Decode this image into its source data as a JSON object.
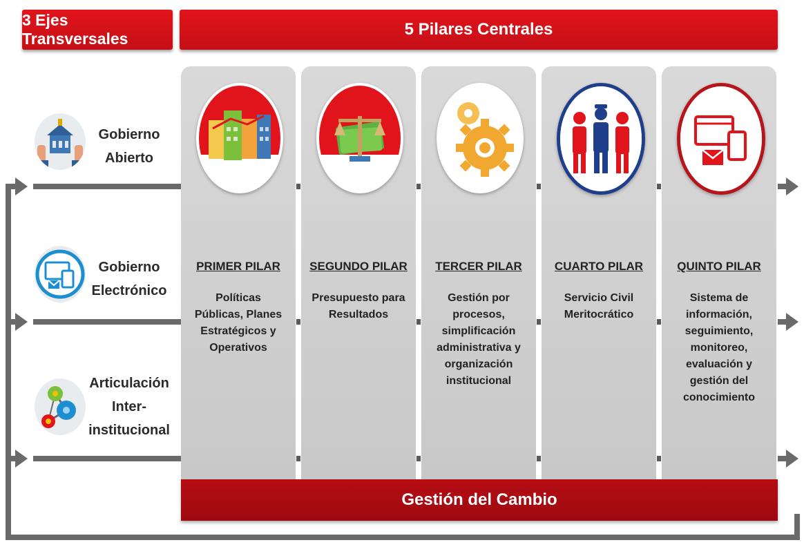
{
  "header": {
    "axes_title": "3 Ejes Transversales",
    "pillars_title": "5 Pilares Centrales"
  },
  "axes": [
    {
      "label_line1": "Gobierno",
      "label_line2": "Abierto",
      "label_line3": "",
      "icon": "open-government-icon"
    },
    {
      "label_line1": "Gobierno",
      "label_line2": "Electrónico",
      "label_line3": "",
      "icon": "electronic-government-icon"
    },
    {
      "label_line1": "Articulación",
      "label_line2": "Inter-",
      "label_line3": "institucional",
      "icon": "network-icon"
    }
  ],
  "pillars": [
    {
      "title": "PRIMER PILAR",
      "desc_lines": [
        "Políticas",
        "Públicas, Planes",
        "Estratégicos y",
        "Operativos"
      ],
      "icon": "buildings-chart-icon"
    },
    {
      "title": "SEGUNDO PILAR",
      "desc_lines": [
        "Presupuesto para",
        "Resultados"
      ],
      "icon": "scales-money-icon"
    },
    {
      "title": "TERCER PILAR",
      "desc_lines": [
        "Gestión por",
        "procesos,",
        "simplificación",
        "administrativa y",
        "organización",
        "institucional"
      ],
      "icon": "gears-icon"
    },
    {
      "title": "CUARTO PILAR",
      "desc_lines": [
        "Servicio Civil",
        "Meritocrático"
      ],
      "icon": "people-icon"
    },
    {
      "title": "QUINTO PILAR",
      "desc_lines": [
        "Sistema de",
        "información,",
        "seguimiento,",
        "monitoreo,",
        "evaluación y",
        "gestión del",
        "conocimiento"
      ],
      "icon": "devices-icon"
    }
  ],
  "footer": {
    "change_label": "Gestión del Cambio"
  },
  "colors": {
    "accent": "#d7141b",
    "dark_accent": "#a50b11",
    "pillar_bg": "#d2d2d2",
    "line": "#6a6a6a"
  }
}
